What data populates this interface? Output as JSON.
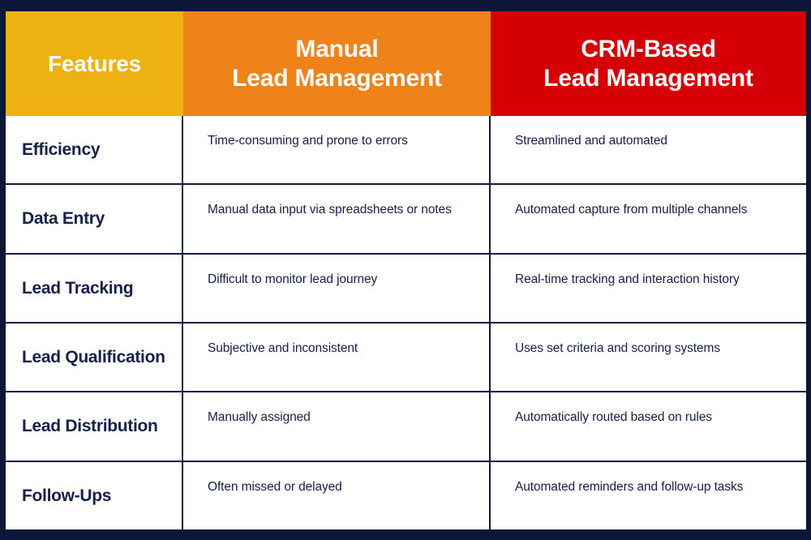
{
  "colors": {
    "frame": "#0c1638",
    "features_header": "#edb211",
    "manual_header": "#ef8219",
    "crm_header": "#d40006",
    "text_dark": "#16204a",
    "text_light": "#ffffff",
    "cell_background": "#ffffff",
    "grid_line": "#121c3e"
  },
  "table": {
    "headers": {
      "features": {
        "line1": "Features"
      },
      "manual": {
        "line1": "Manual",
        "line2": "Lead Management"
      },
      "crm": {
        "line1": "CRM-Based",
        "line2": "Lead Management"
      }
    },
    "rows": [
      {
        "feature": "Efficiency",
        "manual": "Time-consuming and prone to errors",
        "crm": "Streamlined and automated"
      },
      {
        "feature": "Data Entry",
        "manual": "Manual data input via spreadsheets or notes",
        "crm": "Automated capture from multiple channels"
      },
      {
        "feature": "Lead Tracking",
        "manual": "Difficult to monitor lead journey",
        "crm": "Real-time tracking and interaction history"
      },
      {
        "feature": "Lead Qualification",
        "manual": "Subjective and inconsistent",
        "crm": "Uses set criteria and scoring systems"
      },
      {
        "feature": "Lead Distribution",
        "manual": "Manually assigned",
        "crm": "Automatically routed based on rules"
      },
      {
        "feature": "Follow-Ups",
        "manual": "Often missed or delayed",
        "crm": "Automated reminders and follow-up tasks"
      }
    ]
  }
}
